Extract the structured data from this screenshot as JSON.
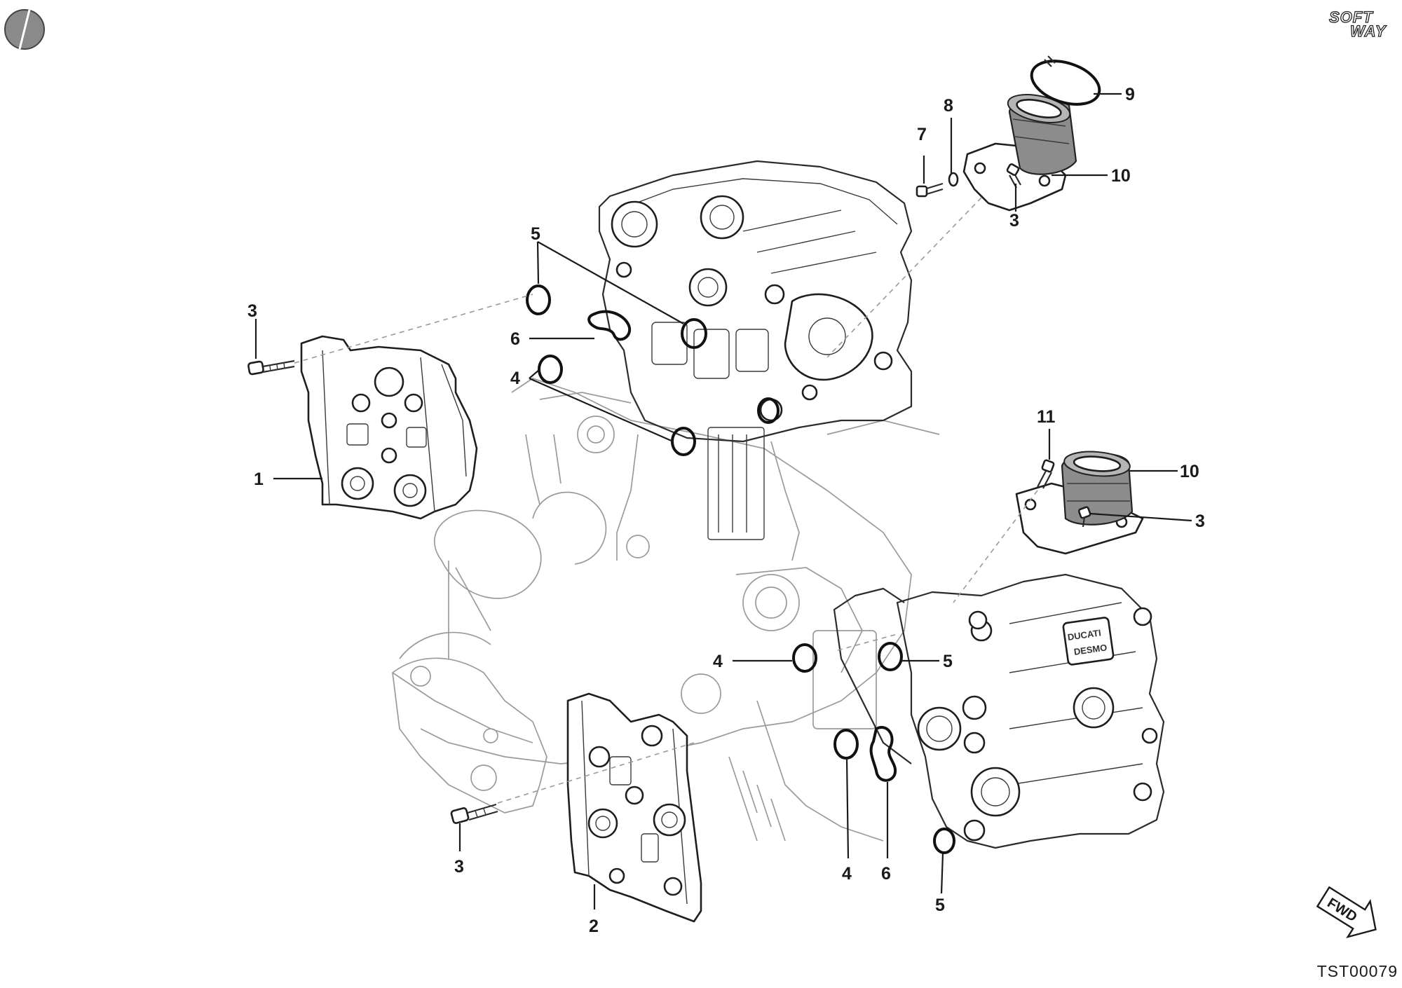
{
  "branding": {
    "logo_text_top": "SOFT",
    "logo_text_bottom": "WAY"
  },
  "document_code": "TST00079",
  "direction_badge": "FWD",
  "callouts": {
    "c1": "1",
    "c2": "2",
    "c3a": "3",
    "c3b": "3",
    "c3c": "3",
    "c3d": "3",
    "c4a": "4",
    "c4b": "4",
    "c4c": "4",
    "c5a": "5",
    "c5b": "5",
    "c5c": "5",
    "c6a": "6",
    "c6b": "6",
    "c7": "7",
    "c8": "8",
    "c9": "9",
    "c10a": "10",
    "c10b": "10",
    "c11": "11"
  }
}
